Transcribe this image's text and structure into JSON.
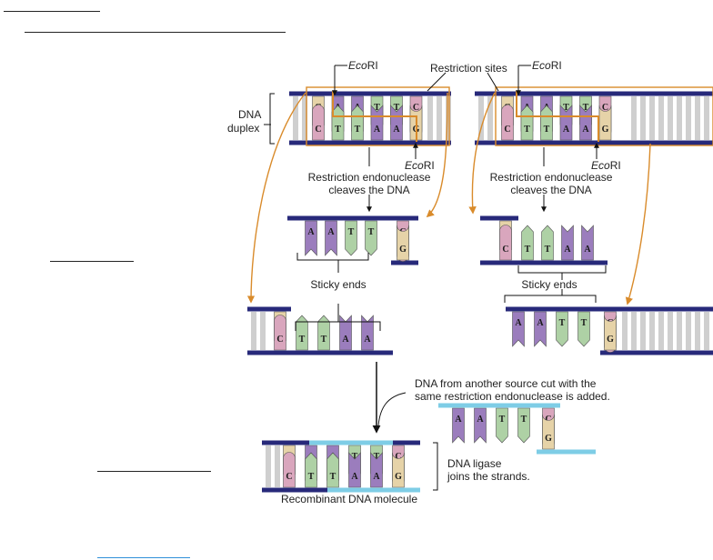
{
  "labels": {
    "ecori": "EcoRI",
    "restriction_sites": "Restriction sites",
    "dna_duplex_1": "DNA",
    "dna_duplex_2": "duplex",
    "cleaves_1": "Restriction endonuclease",
    "cleaves_2": "cleaves the DNA",
    "sticky_ends": "Sticky ends",
    "another_source_1": "DNA from another source cut with the",
    "another_source_2": "same restriction endonuclease is added.",
    "ligase_1": "DNA ligase",
    "ligase_2": "joins the strands.",
    "recombinant": "Recombinant DNA molecule"
  },
  "bases": {
    "site_top": [
      "G",
      "A",
      "A",
      "T",
      "T",
      "C"
    ],
    "site_bottom": [
      "C",
      "T",
      "T",
      "A",
      "A",
      "G"
    ],
    "overhang_top": [
      "A",
      "A",
      "T",
      "T"
    ],
    "overhang_bottom": [
      "T",
      "T",
      "A",
      "A"
    ],
    "end_top": "C",
    "end_bottom": "G",
    "start_top": "G",
    "start_bottom": "C"
  },
  "colors": {
    "backbone": "#27297a",
    "backbone_foreign": "#7ecde6",
    "G": "#e6d3a8",
    "C": "#d9a6bd",
    "A": "#9b7dbd",
    "T": "#aed1a5",
    "highlight": "#d98b2b",
    "gray": "#cfcfcf"
  },
  "icons": [
    "ecori-arrow-icon",
    "curved-arrow-icon",
    "bracket-icon"
  ]
}
